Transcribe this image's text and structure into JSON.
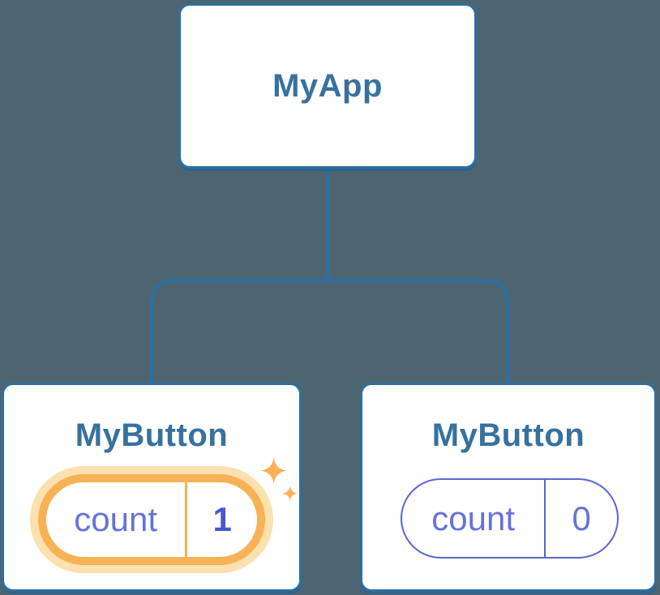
{
  "colors": {
    "background": "#4d6571",
    "node-border": "#2e6f9e",
    "node-shadow": "#2a6492",
    "node-title": "#36719f",
    "connector": "#2b70a3",
    "highlight-orange": "#f6b254",
    "highlight-glow": "#fce0b0",
    "state-text": "#6672d8",
    "state-value-highlight": "#4c55cb",
    "state-pill-border": "#5c63d6"
  },
  "diagram": {
    "type": "component-tree",
    "root": {
      "label": "MyApp"
    },
    "children": [
      {
        "label": "MyButton",
        "state": {
          "key": "count",
          "value": "1",
          "highlighted": true,
          "icon": "sparkles-icon"
        }
      },
      {
        "label": "MyButton",
        "state": {
          "key": "count",
          "value": "0",
          "highlighted": false
        }
      }
    ]
  }
}
